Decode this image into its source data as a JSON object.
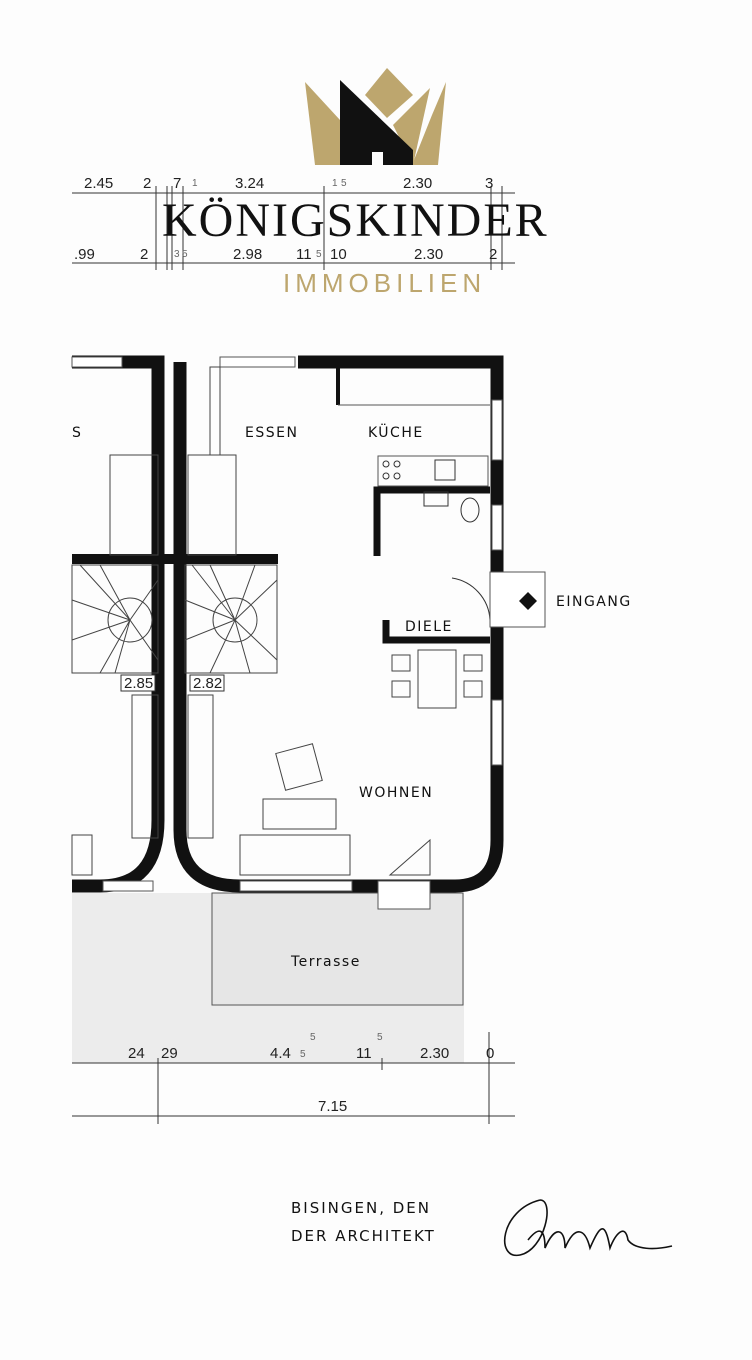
{
  "brand": {
    "name": "KÖNIGSKINDER",
    "subtitle": "IMMOBILIEN",
    "gold": "#bda66e",
    "black": "#111111"
  },
  "dimensions_top_row1": [
    "2.45",
    "2",
    "7",
    "1",
    "3.24",
    "1",
    "5",
    "2.30",
    "3"
  ],
  "dimensions_top_row2": [
    ".99",
    "2",
    "3",
    "5",
    "2.98",
    "11",
    "5",
    "10",
    "2.30",
    "2"
  ],
  "dimensions_bottom_row1": [
    "24",
    "29",
    "4.4",
    "5",
    "5",
    "11",
    "5",
    "2.30",
    "0"
  ],
  "dimension_total": "7.15",
  "rooms": {
    "left_partial": "S",
    "essen": "ESSEN",
    "kueche": "KÜCHE",
    "diele": "DIELE",
    "wohnen": "WOHNEN",
    "eingang": "EINGANG",
    "terrasse": "Terrasse"
  },
  "stair_labels": [
    "2.85",
    "2.82"
  ],
  "footer": {
    "line1": "BISINGEN, DEN",
    "line2": "DER  ARCHITEKT"
  }
}
